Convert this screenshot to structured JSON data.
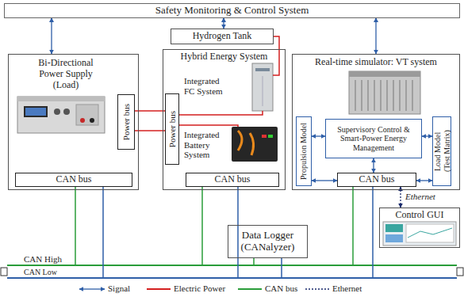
{
  "diagram": {
    "nodes": [
      {
        "text": [
          "Safety Monitoring & Control System"
        ]
      },
      {
        "text": [
          "Hydrogen Tank"
        ]
      },
      {
        "text": [
          "Bi-Directional Power Supply (Load)"
        ]
      },
      {
        "text": [
          "Power bus"
        ],
        "in": 2
      },
      {
        "text": [
          "CAN bus"
        ],
        "in": 2
      },
      {
        "text": [
          "Hybrid Energy System",
          "Integrated FC System",
          "Integrated Battery System"
        ]
      },
      {
        "text": [
          "Power bus"
        ],
        "in": 5
      },
      {
        "text": [
          "CAN bus"
        ],
        "in": 5
      },
      {
        "text": [
          "Real-time simulator: VT system"
        ]
      },
      {
        "text": [
          "Propulsion Model"
        ],
        "in": 8
      },
      {
        "text": [
          "Supervisory Control & Smart-Power Energy Management"
        ],
        "in": 8
      },
      {
        "text": [
          "Load Model (Test Matrix)"
        ],
        "in": 8
      },
      {
        "text": [
          "CAN bus"
        ],
        "in": 8
      },
      {
        "text": [
          "Data Logger (CANalyzer)"
        ]
      },
      {
        "text": [
          "Control GUI"
        ]
      }
    ],
    "edges": [
      {
        "from": 0,
        "to": 2,
        "arrow": "both"
      },
      {
        "from": 0,
        "to": 1,
        "arrow": "both"
      },
      {
        "from": 0,
        "to": 8,
        "arrow": "both"
      },
      {
        "from": 3,
        "to": 6,
        "arrow": "none"
      },
      {
        "from": 3,
        "to": 6,
        "arrow": "none"
      },
      {
        "from": 1,
        "to": 5,
        "arrow": "none"
      },
      {
        "from": 9,
        "to": 10,
        "arrow": "both"
      },
      {
        "from": 10,
        "to": 11,
        "arrow": "both"
      },
      {
        "from": 10,
        "to": 12,
        "arrow": "both"
      },
      {
        "from": 9,
        "to": 12,
        "arrow": "both"
      },
      {
        "from": 11,
        "to": 12,
        "arrow": "both"
      },
      {
        "from": 12,
        "to": 14,
        "label": "Ethernet",
        "arrow": "both"
      }
    ],
    "labels": [
      "CAN High",
      "CAN Low"
    ],
    "legend": [
      {
        "text": "Signal"
      },
      {
        "text": "Electric Power"
      },
      {
        "text": "CAN bus"
      },
      {
        "text": "Ethernet"
      }
    ]
  }
}
